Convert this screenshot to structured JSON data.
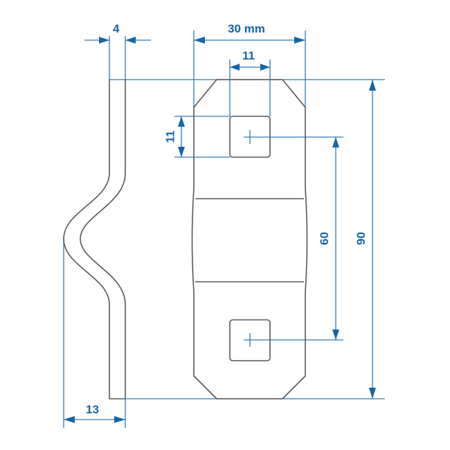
{
  "diagram": {
    "title": "",
    "colors": {
      "part_outline": "#555555",
      "dimension_line": "#2a7ab8",
      "dimension_text": "#1565a8",
      "background": "#ffffff"
    },
    "dimensions": {
      "thickness": {
        "value": "4",
        "meaning": "material thickness"
      },
      "width": {
        "value": "30 mm",
        "meaning": "plate width"
      },
      "hole_width": {
        "value": "11",
        "meaning": "square hole width"
      },
      "hole_height": {
        "value": "11",
        "meaning": "square hole height"
      },
      "hole_spacing": {
        "value": "60",
        "meaning": "distance between hole centers"
      },
      "length": {
        "value": "90",
        "meaning": "overall length"
      },
      "offset": {
        "value": "13",
        "meaning": "bend offset depth"
      }
    },
    "views": [
      {
        "name": "side-profile",
        "description": "S-bent strip side view"
      },
      {
        "name": "front-view",
        "description": "plate with chamfered corners and two square holes"
      }
    ]
  }
}
